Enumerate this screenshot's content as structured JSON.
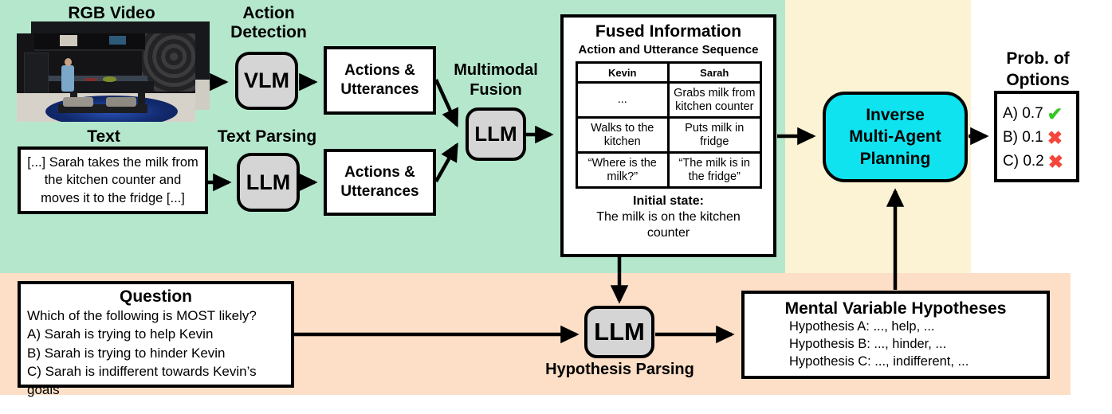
{
  "perception": {
    "rgb_video_label": "RGB Video",
    "action_detection_label": "Action Detection",
    "vlm_label": "VLM",
    "actions_utterances_top": "Actions & Utterances",
    "text_label": "Text",
    "text_snippet": "[...] Sarah takes the milk from the kitchen counter and moves it to the fridge [...]",
    "text_parsing_label": "Text Parsing",
    "llm_parse_label": "LLM",
    "actions_utterances_bottom": "Actions & Utterances",
    "multimodal_fusion_label": "Multimodal Fusion",
    "llm_fusion_label": "LLM"
  },
  "fused_information": {
    "title": "Fused Information",
    "subtitle": "Action and Utterance Sequence",
    "table": {
      "headers": [
        "Kevin",
        "Sarah"
      ],
      "rows": [
        [
          "...",
          "Grabs milk from kitchen counter"
        ],
        [
          "Walks to the kitchen",
          "Puts milk in fridge"
        ],
        [
          "“Where is the milk?”",
          "“The milk is in the fridge”"
        ]
      ]
    },
    "initial_state_label": "Initial state:",
    "initial_state_text": "The milk is on the kitchen counter"
  },
  "planning": {
    "title": "Inverse Multi-Agent Planning"
  },
  "output": {
    "title": "Prob. of Options",
    "options": [
      {
        "label": "A) 0.7",
        "status": "correct",
        "icon": "✔"
      },
      {
        "label": "B) 0.1",
        "status": "incorrect",
        "icon": "✖"
      },
      {
        "label": "C) 0.2",
        "status": "incorrect",
        "icon": "✖"
      }
    ]
  },
  "question": {
    "title": "Question",
    "lines": [
      "Which of the following is MOST likely?",
      "A) Sarah is trying to help Kevin",
      "B) Sarah is trying to hinder Kevin",
      "C) Sarah is indifferent towards Kevin’s goals"
    ]
  },
  "hypothesis_parsing": {
    "llm_label": "LLM",
    "caption": "Hypothesis Parsing"
  },
  "mental_hypotheses": {
    "title": "Mental Variable Hypotheses",
    "lines": [
      "Hypothesis A: ..., help, ...",
      "Hypothesis B: ..., hinder, ...",
      "Hypothesis C: ..., indifferent, ..."
    ]
  },
  "colors": {
    "perception_bg": "#b5e7cd",
    "planning_bg": "#fbf3d4",
    "hypothesis_bg": "#fcdfc6",
    "planner_box": "#0fe3ef",
    "model_box": "#d5d5d5",
    "check_green": "#35c724",
    "cross_red": "#f4463a"
  }
}
